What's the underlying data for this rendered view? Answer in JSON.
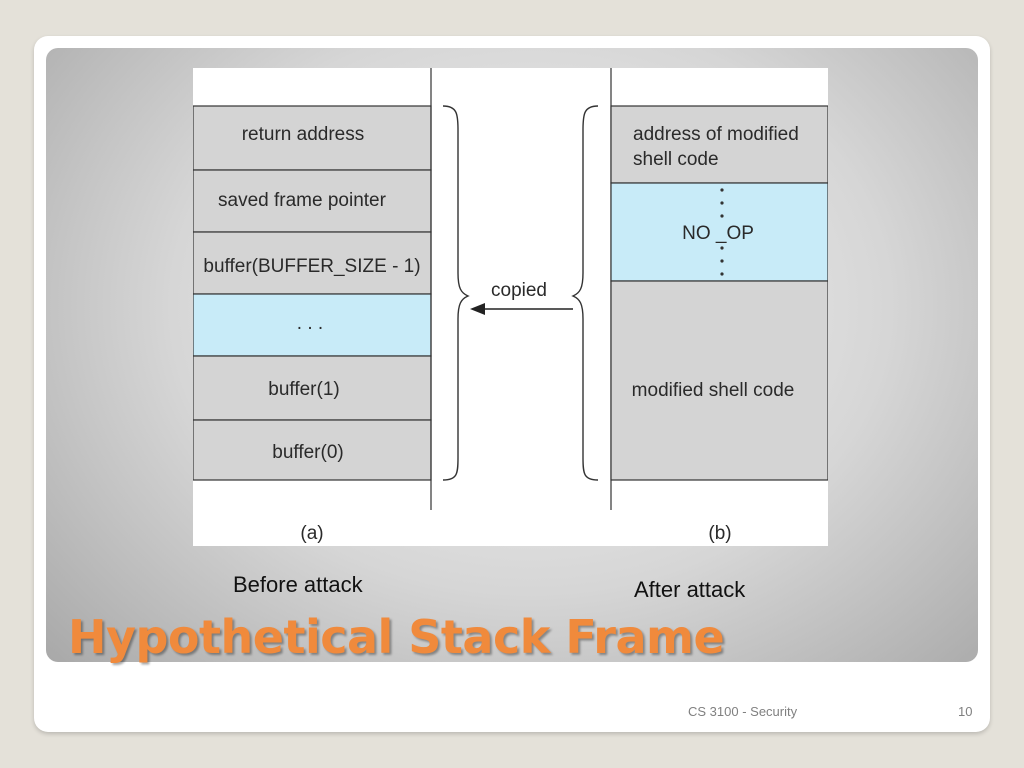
{
  "slide": {
    "title": "Hypothetical Stack Frame",
    "footer_course": "CS 3100 - Security",
    "page_number": "10"
  },
  "colors": {
    "cell_gray": "#d4d4d4",
    "cell_blue": "#c8ebf8",
    "title_orange": "#f08a3c"
  },
  "diagram": {
    "stack_a": {
      "label": "(a)",
      "cells": [
        {
          "text": "return address",
          "fill": "gray"
        },
        {
          "text": "saved frame pointer",
          "fill": "gray"
        },
        {
          "text": "buffer(BUFFER_SIZE - 1)",
          "fill": "gray"
        },
        {
          "text": ". . .",
          "fill": "blue"
        },
        {
          "text": "buffer(1)",
          "fill": "gray"
        },
        {
          "text": "buffer(0)",
          "fill": "gray"
        }
      ]
    },
    "stack_b": {
      "label": "(b)",
      "cells": [
        {
          "lines": [
            "address of modified",
            "shell code"
          ],
          "fill": "gray"
        },
        {
          "lines": [
            "NO _OP"
          ],
          "fill": "blue"
        },
        {
          "lines": [
            "modified shell code"
          ],
          "fill": "gray"
        }
      ]
    },
    "arrow_label": "copied",
    "caption_before": "Before attack",
    "caption_after": "After attack"
  }
}
